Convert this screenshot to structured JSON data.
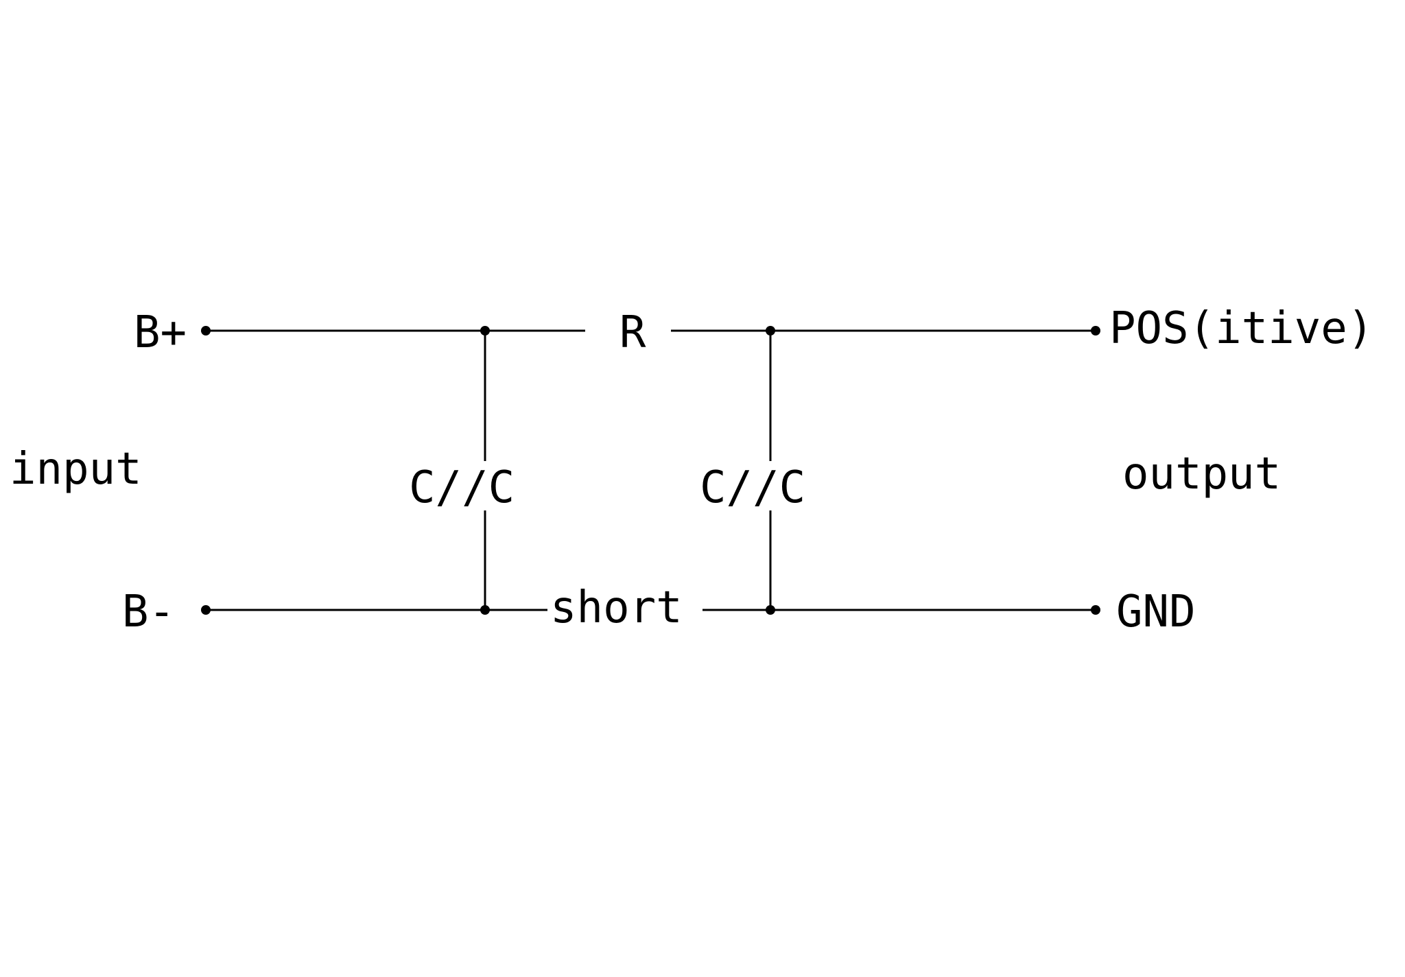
{
  "labels": {
    "b_plus": "B+",
    "b_minus": "B-",
    "input": "input",
    "output": "output",
    "resistor": "R",
    "cap_left": "C//C",
    "cap_right": "C//C",
    "short": "short",
    "pos": "POS(itive)",
    "gnd": "GND"
  },
  "colors": {
    "line": "#000000",
    "background": "#ffffff"
  }
}
